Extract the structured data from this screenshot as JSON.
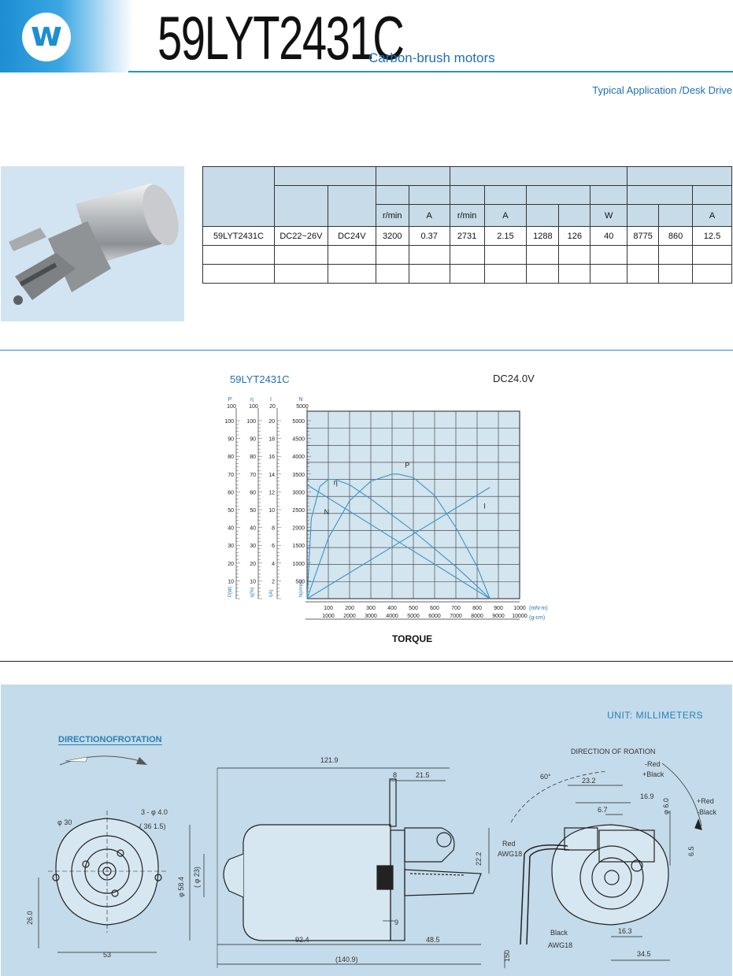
{
  "header": {
    "logo_letter": "w",
    "model": "59LYT2431C",
    "subtitle": "Carbon-brush motors",
    "application": "Typical Application /Desk Drive"
  },
  "table": {
    "units": [
      "r/min",
      "A",
      "r/min",
      "A",
      "",
      "",
      "W",
      "",
      "",
      "A"
    ],
    "rows": [
      [
        "59LYT2431C",
        "DC22~26V",
        "DC24V",
        "3200",
        "0.37",
        "2731",
        "2.15",
        "1288",
        "126",
        "40",
        "8775",
        "860",
        "12.5"
      ]
    ]
  },
  "chart": {
    "title": "59LYT2431C",
    "voltage": "DC24.0V",
    "axis_heads": [
      "P",
      "η",
      "I",
      "N"
    ],
    "axis_tops": [
      "100",
      "100",
      "20",
      "5000"
    ],
    "axis_units": [
      "P(W)",
      "η(%)",
      "I(A)",
      "N(r/min)"
    ],
    "x_unit_1": "(mN-m)",
    "x_unit_2": "(g-cm)",
    "xlabel": "TORQUE",
    "curve_labels": [
      "η",
      "P",
      "N",
      "I"
    ]
  },
  "chart_data": {
    "type": "line",
    "title": "59LYT2431C",
    "xlabel": "TORQUE",
    "x_ticks_mNm": [
      100,
      200,
      300,
      400,
      500,
      600,
      700,
      800,
      900,
      1000
    ],
    "x_ticks_gcm": [
      1000,
      2000,
      3000,
      4000,
      5000,
      6000,
      7000,
      8000,
      9000,
      10000
    ],
    "y_axes": [
      {
        "name": "P",
        "ticks": [
          10,
          20,
          30,
          40,
          50,
          60,
          70,
          80,
          90,
          100
        ]
      },
      {
        "name": "η",
        "ticks": [
          10,
          20,
          30,
          40,
          50,
          60,
          70,
          80,
          90,
          100
        ]
      },
      {
        "name": "I",
        "ticks": [
          2,
          4,
          6,
          8,
          10,
          12,
          14,
          16,
          18,
          20
        ]
      },
      {
        "name": "N",
        "ticks": [
          500,
          1000,
          1500,
          2000,
          2500,
          3000,
          3500,
          4000,
          4500,
          5000
        ]
      }
    ],
    "xlim": [
      0,
      1000
    ],
    "series": [
      {
        "name": "N",
        "axis": "N",
        "x": [
          0,
          860
        ],
        "y": [
          3200,
          0
        ]
      },
      {
        "name": "I",
        "axis": "I",
        "x": [
          0,
          860
        ],
        "y": [
          0,
          12.5
        ]
      },
      {
        "name": "P",
        "axis": "P",
        "x": [
          0,
          100,
          200,
          300,
          400,
          430,
          500,
          600,
          700,
          800,
          860
        ],
        "y": [
          0,
          34,
          55,
          66,
          70,
          70,
          68,
          58,
          40,
          18,
          0
        ]
      },
      {
        "name": "η",
        "axis": "η",
        "x": [
          0,
          20,
          60,
          100,
          130,
          200,
          300,
          400,
          500,
          600,
          700,
          800,
          860
        ],
        "y": [
          0,
          45,
          63,
          67,
          67,
          64,
          56,
          47,
          38,
          28,
          18,
          7,
          0
        ]
      }
    ]
  },
  "drawing": {
    "unit": "UNIT: MILLIMETERS",
    "direction_left": "DIRECTIONOFROTATION",
    "direction_right": "DIRECTION OF ROATION",
    "dims_front": [
      "φ 30",
      "3 - φ 4.0",
      "( 36 1.5)",
      "26.0",
      "53"
    ],
    "dims_side": [
      "121.9",
      "8",
      "21.5",
      "φ 58.4",
      "( φ 23)",
      "22.2",
      "9",
      "92.4",
      "48.5",
      "(140.9)"
    ],
    "dims_right": [
      "60°",
      "23.2",
      "16.9",
      "6.7",
      "φ 6.0",
      "6.5",
      "16.3",
      "34.5",
      "150"
    ],
    "wires": [
      "-Red",
      "+Black",
      "+Red",
      "-Black",
      "Red",
      "AWG18",
      "Black",
      "AWG18"
    ]
  }
}
